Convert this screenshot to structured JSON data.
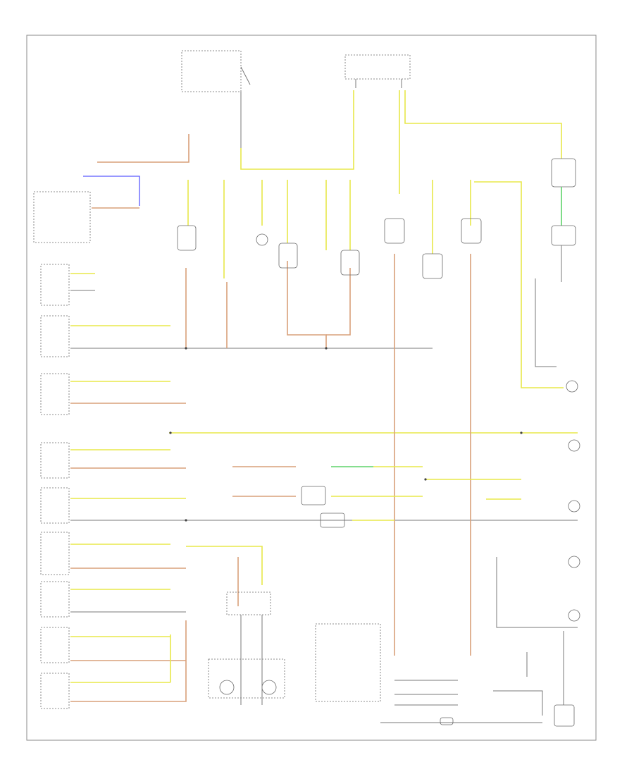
{
  "diagram": {
    "page_label": "",
    "bottom_label": "",
    "legend": {
      "lines": [
        "",
        "",
        "",
        ""
      ]
    },
    "components": [
      {
        "id": "fuse-box-top",
        "label": ""
      },
      {
        "id": "headlamp-relay",
        "label": ""
      },
      {
        "id": "light-switch",
        "label": ""
      },
      {
        "id": "battery",
        "label": ""
      }
    ],
    "wire_colors": {
      "yellow": "#e8e84a",
      "orange": "#d9a07a",
      "green": "#5fd36a",
      "blue": "#5a5aff",
      "black": "#7a7a7a"
    }
  }
}
